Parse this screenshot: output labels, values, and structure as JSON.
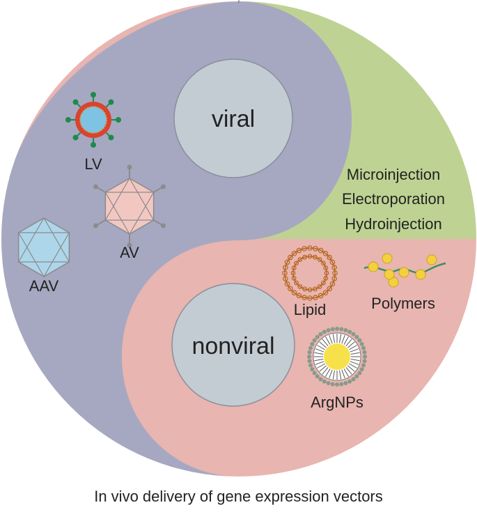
{
  "center_labels": {
    "viral": "viral",
    "nonviral": "nonviral"
  },
  "physical_methods": [
    "Microinjection",
    "Electroporation",
    "Hydroinjection"
  ],
  "viral_vectors": {
    "lv": "LV",
    "av": "AV",
    "aav": "AAV"
  },
  "nonviral_vectors": {
    "lipid": "Lipid",
    "polymers": "Polymers",
    "argnps": "ArgNPs"
  },
  "caption": "In vivo delivery of gene expression vectors",
  "colors": {
    "viral_region": "#a6a8c1",
    "nonviral_region": "#e8b5b0",
    "physical_region": "#bed393",
    "inner_circle": "#c3cbd3",
    "inner_circle_stroke": "#888f9a",
    "lv_spike": "#1f8a4c",
    "lv_shell": "#d9432f",
    "lv_core": "#7ec3e3",
    "av_capsid": "#f2c7c2",
    "aav_capsid": "#aed6ea",
    "lipid": "#b5651d",
    "polymer_bead": "#f4d03f",
    "polymer_chain": "#3c8d5a",
    "argnp_core": "#f7e14a",
    "argnp_shell": "#8a9a8a"
  }
}
